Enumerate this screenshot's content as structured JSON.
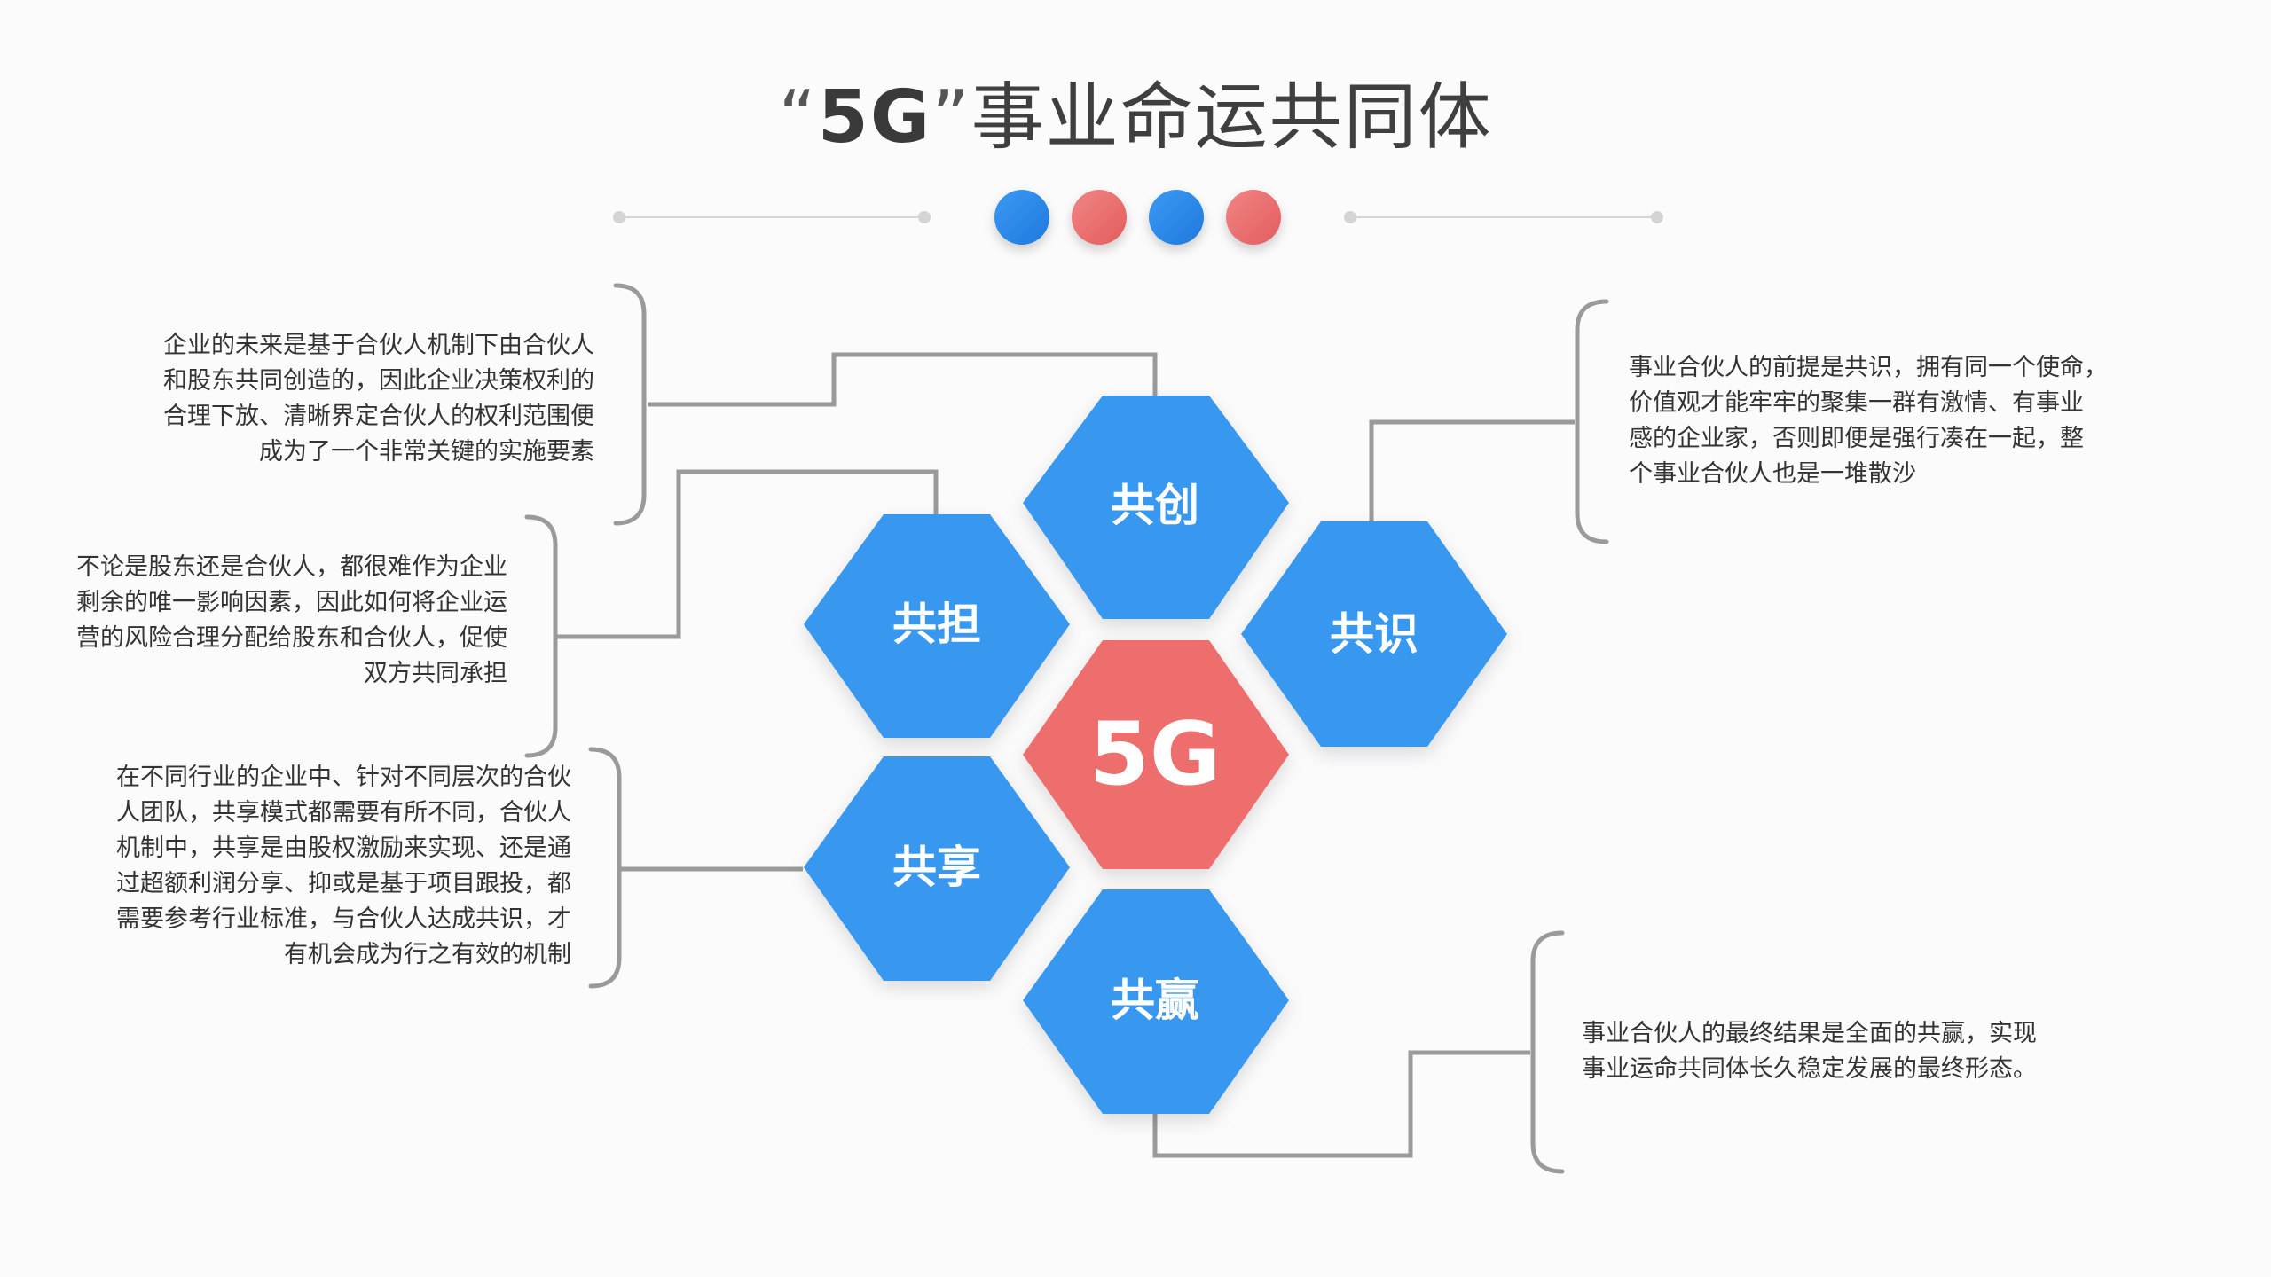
{
  "title": {
    "open_quote": "“",
    "highlight": "5G",
    "close_quote": "”",
    "rest": "事业命运共同体"
  },
  "colors": {
    "blue": "#3898f0",
    "red": "#ee6e6e",
    "connector": "#9a9a9a",
    "text": "#333333"
  },
  "dots": [
    {
      "color": "blue"
    },
    {
      "color": "red"
    },
    {
      "color": "blue"
    },
    {
      "color": "red"
    }
  ],
  "hexagons": {
    "center": "5G",
    "top": "共创",
    "right": "共识",
    "upper_left": "共担",
    "lower_left": "共享",
    "bottom": "共赢"
  },
  "descriptions": {
    "gongchuang": [
      "企业的未来是基于合伙人机制下由合伙人",
      "和股东共同创造的，因此企业决策权利的",
      "合理下放、清晰界定合伙人的权利范围便",
      "成为了一个非常关键的实施要素"
    ],
    "gongdan": [
      "不论是股东还是合伙人，都很难作为企业",
      "剩余的唯一影响因素，因此如何将企业运",
      "营的风险合理分配给股东和合伙人，促使",
      "双方共同承担"
    ],
    "gongxiang": [
      "在不同行业的企业中、针对不同层次的合伙",
      "人团队，共享模式都需要有所不同，合伙人",
      "机制中，共享是由股权激励来实现、还是通",
      "过超额利润分享、抑或是基于项目跟投，都",
      "需要参考行业标准，与合伙人达成共识，才",
      "有机会成为行之有效的机制"
    ],
    "gongshi": [
      "事业合伙人的前提是共识，拥有同一个使命，",
      "价值观才能牢牢的聚集一群有激情、有事业",
      "感的企业家，否则即便是强行凑在一起，整",
      "个事业合伙人也是一堆散沙"
    ],
    "gongying": [
      "事业合伙人的最终结果是全面的共赢，实现",
      "事业运命共同体长久稳定发展的最终形态。"
    ]
  }
}
